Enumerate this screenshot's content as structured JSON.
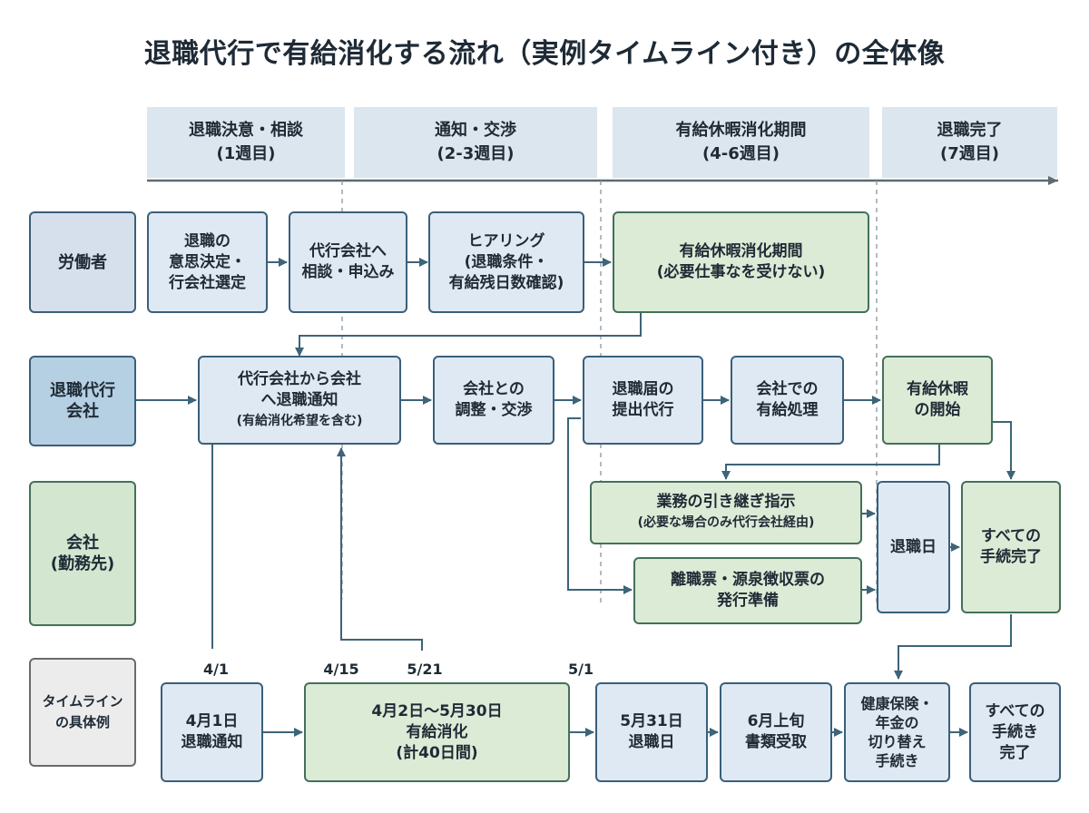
{
  "title": "退職代行で有給消化する流れ（実例タイムライン付き）の全体像",
  "phases": [
    {
      "line1": "退職決意・相談",
      "line2": "(1週目)"
    },
    {
      "line1": "通知・交渉",
      "line2": "(2-3週目)"
    },
    {
      "line1": "有給休暇消化期間",
      "line2": "(4-6週目)"
    },
    {
      "line1": "退職完了",
      "line2": "(7週目)"
    }
  ],
  "lanes": {
    "worker": "労働者",
    "agency_1": "退職代行",
    "agency_2": "会社",
    "company_1": "会社",
    "company_2": "(勤務先)",
    "timeline_1": "タイムライン",
    "timeline_2": "の具体例"
  },
  "worker_steps": {
    "decide": [
      "退職の",
      "意思決定・",
      "行会社選定"
    ],
    "consult": [
      "代行会社へ",
      "相談・申込み"
    ],
    "hearing": [
      "ヒアリング",
      "(退職条件・",
      "有給残日数確認)"
    ],
    "leave": [
      "有給休暇消化期間",
      "(必要仕事なを受けない)"
    ]
  },
  "agency_steps": {
    "notify": [
      "代行会社から会社",
      "へ退職通知",
      "(有給消化希望を含む)"
    ],
    "adjust": [
      "会社との",
      "調整・交渉"
    ],
    "submit": [
      "退職届の",
      "提出代行"
    ],
    "process": [
      "会社での",
      "有給処理"
    ],
    "start": [
      "有給休暇",
      "の開始"
    ]
  },
  "company_steps": {
    "handover": [
      "業務の引き継ぎ指示",
      "(必要な場合のみ代行会社経由)"
    ],
    "docs": [
      "離職票・源泉徴収票の",
      "発行準備"
    ],
    "retire_day": "退職日",
    "all_done": [
      "すべての",
      "手続完了"
    ]
  },
  "dates": [
    "4/1",
    "4/15",
    "5/21",
    "5/1"
  ],
  "timeline": {
    "t1": [
      "4月1日",
      "退職通知"
    ],
    "t2": [
      "4月2日～5月30日",
      "有給消化",
      "(計40日間)"
    ],
    "t3": [
      "5月31日",
      "退職日"
    ],
    "t4": [
      "6月上旬",
      "書類受取"
    ],
    "t5": [
      "健康保険・",
      "年金の",
      "切り替え",
      "手続き"
    ],
    "t6": [
      "すべての",
      "手続き",
      "完了"
    ]
  },
  "colors": {
    "line": "#3d6478",
    "blue_box": "#dfe9f3",
    "green_box": "#dcebd6",
    "phase_bg": "#dce6ee"
  }
}
